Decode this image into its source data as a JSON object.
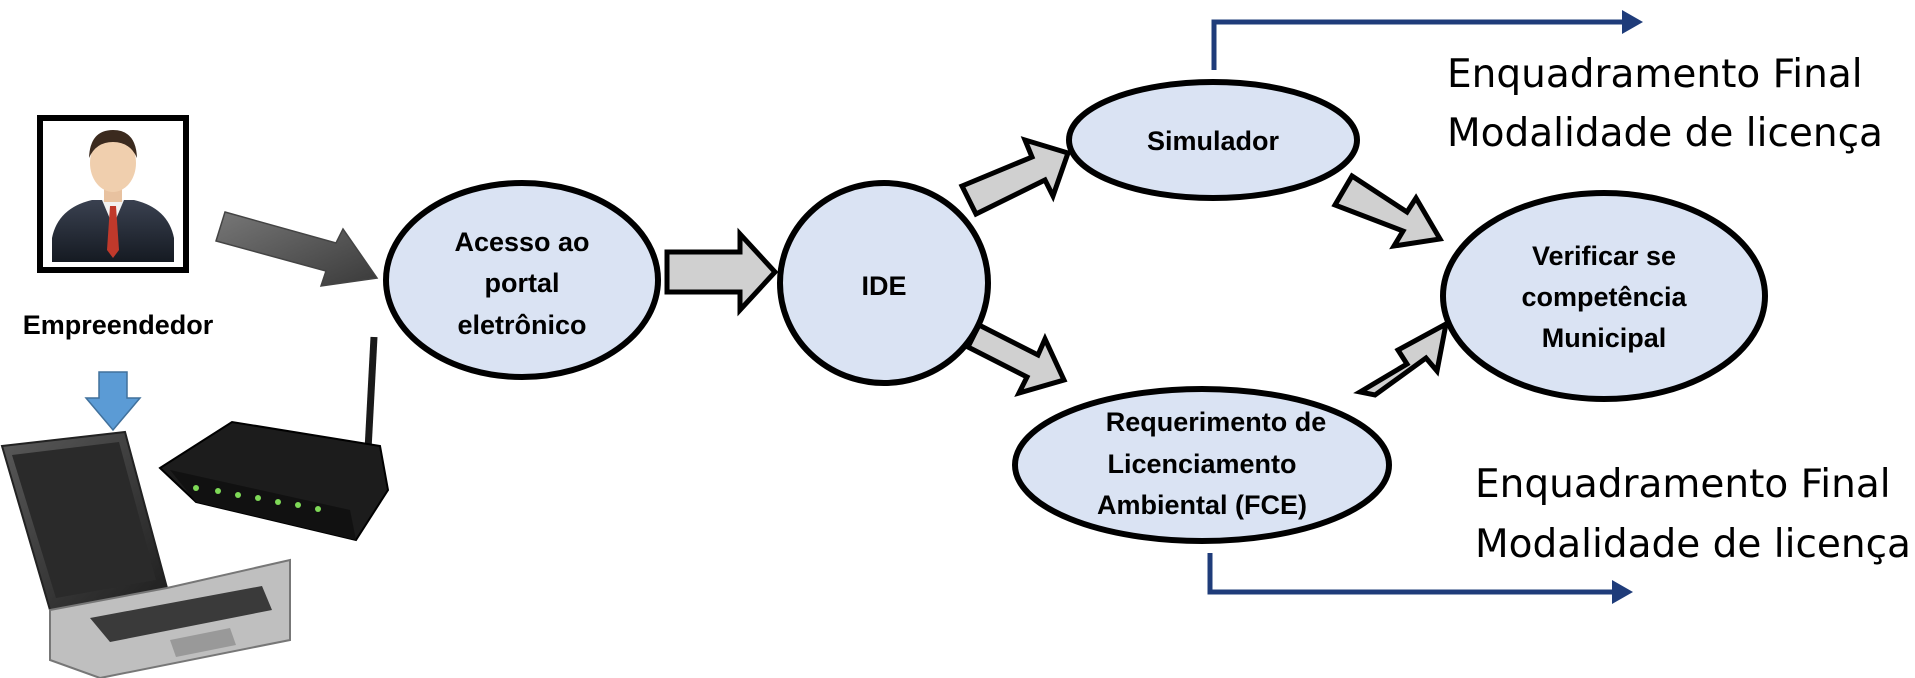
{
  "actor": {
    "label": "Empreendedor"
  },
  "nodes": {
    "portal": {
      "lines": [
        "Acesso ao",
        "portal",
        "eletrônico"
      ]
    },
    "ide": {
      "lines": [
        "IDE"
      ]
    },
    "simulador": {
      "lines": [
        "Simulador"
      ]
    },
    "requerimento": {
      "lines": [
        "Requerimento de",
        "Licenciamento",
        "Ambiental (FCE)"
      ]
    },
    "verificar": {
      "lines": [
        "Verificar se",
        "competência",
        "Municipal"
      ]
    }
  },
  "outcomes": {
    "top": {
      "lines": [
        "Enquadramento Final",
        "Modalidade de licença"
      ]
    },
    "bottom": {
      "lines": [
        "Enquadramento Final",
        "Modalidade de licença"
      ]
    }
  },
  "colors": {
    "node_fill": "#dae3f3",
    "node_stroke": "#000000",
    "arrow_fill": "#d0d0d0",
    "blue_arrow": "#5b9bd5",
    "outcome_line": "#1f3c7a"
  }
}
